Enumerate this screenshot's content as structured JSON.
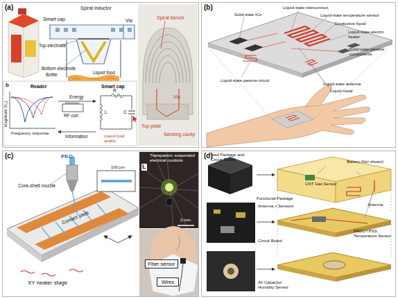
{
  "diagram": {
    "nodes": [
      {
        "text": [
          "(a)"
        ]
      },
      {
        "text": [
          "(b)"
        ]
      },
      {
        "text": [
          "(c)"
        ]
      },
      {
        "text": [
          "(d)"
        ]
      },
      {
        "text": [
          "Fiber sensor"
        ],
        "in": 2
      },
      {
        "text": [
          "Wires"
        ],
        "in": 2
      }
    ],
    "labels": [
      "Smart cap",
      "Spiral inductor",
      "Via",
      "Top electrode",
      "Bottom electrode",
      "Bottle",
      "Liquid food",
      "Spiral trench",
      "Via",
      "Top plate",
      "Sensing cavity",
      "b",
      "Reader",
      "Smart cap",
      "Magnitude |S₁₁|",
      "Frequency response",
      "Energy",
      "RF coil",
      "Information",
      "L",
      "R",
      "C",
      "Liquid food quality",
      "Solid-state ICs",
      "Liquid-state interconnect",
      "Liquid-state temperature sensor",
      "Conductive liquid",
      "Liquid-state electric heater",
      "Solid-state passive components",
      "Liquid-state passive circuit",
      "Liquid-state antenna",
      "Liquid metal",
      "PEO",
      "Core-shell nozzle",
      "100 μm",
      "Contact pads",
      "XY heater stage",
      "Transparent, suspended electrical conduits",
      "L",
      "2 mm",
      "nted Package and Circuit Board",
      "Functional Package",
      "Antenna + Sensors",
      "Circuit Board",
      "Air Capacitor Humidity Sensor",
      "CNT Gas Sensor",
      "Battery (Not shown)",
      "Antenna",
      "PEDOT:PSS Temperature Sensor"
    ]
  }
}
